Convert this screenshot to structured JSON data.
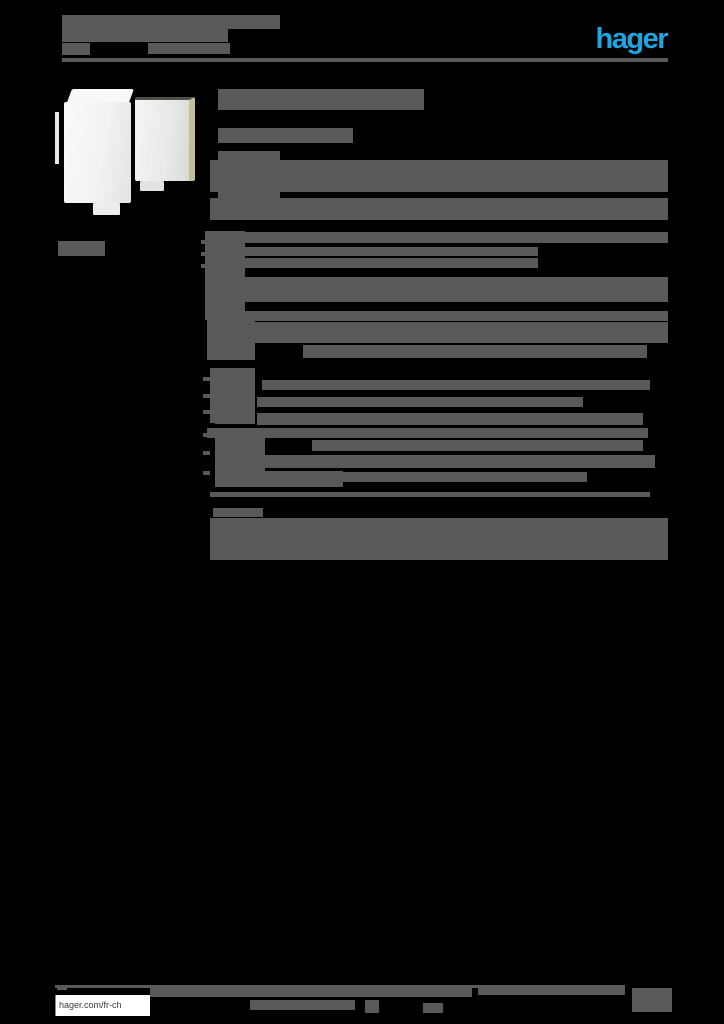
{
  "colors": {
    "background": "#000000",
    "redaction_gray": "#58595b",
    "logo_blue": "#1fa6e1",
    "panel_edge_tan": "#c4be95",
    "link_text_color": "#3a3a3a"
  },
  "header": {
    "logo_text": "hager"
  },
  "footer": {
    "link_text": "hager.com/fr-ch"
  },
  "product_image": {
    "icon": "two-white-wall-enclosures"
  },
  "redacted_blocks": [
    [
      62,
      15,
      218,
      14
    ],
    [
      62,
      29,
      166,
      13
    ],
    [
      62,
      43,
      28,
      12
    ],
    [
      148,
      43,
      82,
      11
    ],
    [
      218,
      89,
      206,
      21
    ],
    [
      218,
      128,
      135,
      15
    ],
    [
      218,
      151,
      62,
      49
    ],
    [
      210,
      160,
      458,
      32
    ],
    [
      210,
      198,
      458,
      22
    ],
    [
      58,
      241,
      47,
      15
    ],
    [
      205,
      231,
      40,
      89
    ],
    [
      201,
      240,
      6,
      4
    ],
    [
      201,
      252,
      6,
      4
    ],
    [
      201,
      264,
      6,
      4
    ],
    [
      245,
      232,
      423,
      11
    ],
    [
      225,
      247,
      313,
      9
    ],
    [
      225,
      258,
      313,
      10
    ],
    [
      228,
      277,
      440,
      25
    ],
    [
      245,
      311,
      423,
      10
    ],
    [
      207,
      320,
      48,
      40
    ],
    [
      218,
      322,
      450,
      21
    ],
    [
      303,
      345,
      344,
      13
    ],
    [
      210,
      368,
      45,
      55
    ],
    [
      203,
      377,
      7,
      4
    ],
    [
      203,
      394,
      7,
      4
    ],
    [
      203,
      410,
      7,
      4
    ],
    [
      262,
      380,
      388,
      10
    ],
    [
      257,
      397,
      326,
      10
    ],
    [
      257,
      413,
      386,
      12
    ],
    [
      215,
      418,
      40,
      6
    ],
    [
      207,
      428,
      441,
      10
    ],
    [
      312,
      440,
      331,
      11
    ],
    [
      215,
      437,
      50,
      44
    ],
    [
      203,
      433,
      7,
      4
    ],
    [
      203,
      451,
      7,
      4
    ],
    [
      203,
      471,
      7,
      4
    ],
    [
      265,
      455,
      390,
      13
    ],
    [
      265,
      472,
      322,
      10
    ],
    [
      215,
      471,
      128,
      16
    ],
    [
      210,
      492,
      440,
      5
    ],
    [
      213,
      508,
      50,
      9
    ],
    [
      210,
      518,
      458,
      42
    ],
    [
      55,
      985,
      570,
      3
    ],
    [
      57,
      985,
      10,
      5
    ],
    [
      150,
      987,
      322,
      10
    ],
    [
      478,
      987,
      147,
      8
    ],
    [
      250,
      1000,
      105,
      10
    ],
    [
      365,
      1000,
      14,
      13
    ],
    [
      423,
      1003,
      20,
      10
    ]
  ]
}
